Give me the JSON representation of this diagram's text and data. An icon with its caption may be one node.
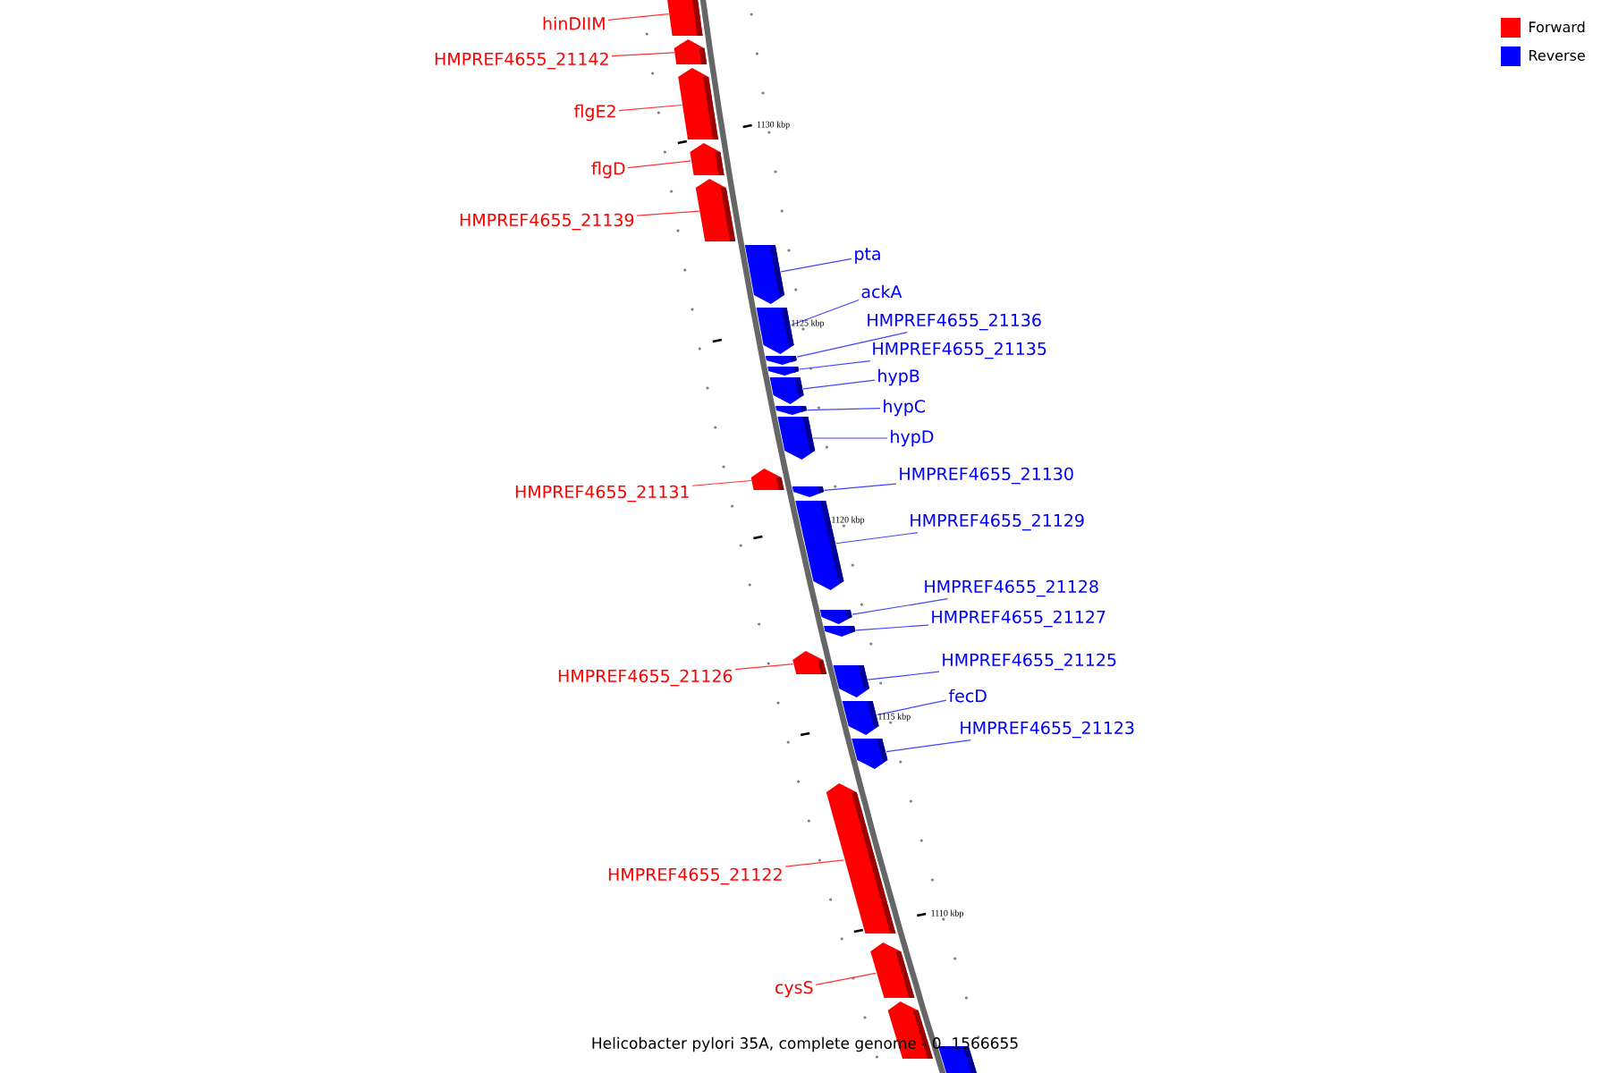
{
  "diagram": {
    "caption": "Helicobacter pylori 35A, complete genome - 0..1566655",
    "nodes": [
      {
        "text": [],
        "shape": "bar"
      },
      {
        "text": [],
        "shape": "bar"
      },
      {
        "text": [],
        "shape": "bar"
      },
      {
        "text": [],
        "shape": "bar"
      },
      {
        "text": [],
        "shape": "bar"
      },
      {
        "text": [],
        "shape": "bar"
      },
      {
        "text": [],
        "shape": "bar"
      },
      {
        "text": [],
        "shape": "bar"
      },
      {
        "text": [],
        "shape": "bar"
      },
      {
        "text": [],
        "shape": "bar"
      },
      {
        "text": [],
        "shape": "bar"
      },
      {
        "text": [],
        "shape": "bar"
      },
      {
        "text": [],
        "shape": "bar"
      },
      {
        "text": [],
        "shape": "bar"
      },
      {
        "text": [],
        "shape": "bar"
      },
      {
        "text": [],
        "shape": "bar"
      },
      {
        "text": [],
        "shape": "bar"
      },
      {
        "text": [],
        "shape": "bar"
      },
      {
        "text": [],
        "shape": "bar"
      },
      {
        "text": [],
        "shape": "bar"
      },
      {
        "text": [],
        "shape": "bar"
      },
      {
        "text": [],
        "shape": "bar"
      },
      {
        "text": [],
        "shape": "bar"
      },
      {
        "text": [],
        "shape": "bar"
      },
      {
        "text": [],
        "shape": "bar"
      },
      {
        "text": [
          "hinDIIM"
        ]
      },
      {
        "text": [
          "HMPREF4655_21142"
        ]
      },
      {
        "text": [
          "flgE2"
        ]
      },
      {
        "text": [
          "flgD"
        ]
      },
      {
        "text": [
          "HMPREF4655_21139"
        ]
      },
      {
        "text": [
          "pta"
        ]
      },
      {
        "text": [
          "ackA"
        ]
      },
      {
        "text": [
          "HMPREF4655_21136"
        ]
      },
      {
        "text": [
          "HMPREF4655_21135"
        ]
      },
      {
        "text": [
          "hypB"
        ]
      },
      {
        "text": [
          "hypC"
        ]
      },
      {
        "text": [
          "hypD"
        ]
      },
      {
        "text": [
          "HMPREF4655_21130"
        ]
      },
      {
        "text": [
          "HMPREF4655_21131"
        ]
      },
      {
        "text": [
          "HMPREF4655_21129"
        ]
      },
      {
        "text": [
          "HMPREF4655_21128"
        ]
      },
      {
        "text": [
          "HMPREF4655_21127"
        ]
      },
      {
        "text": [
          "HMPREF4655_21125"
        ]
      },
      {
        "text": [
          "HMPREF4655_21126"
        ]
      },
      {
        "text": [
          "fecD"
        ]
      },
      {
        "text": [
          "HMPREF4655_21123"
        ]
      },
      {
        "text": [
          "HMPREF4655_21122"
        ]
      },
      {
        "text": [
          "cysS"
        ]
      }
    ],
    "edges": [
      {
        "from": 25,
        "to": 0,
        "arrow": "none",
        "color": "#ff3333"
      },
      {
        "from": 26,
        "to": 1,
        "arrow": "none",
        "color": "#ff3333"
      },
      {
        "from": 27,
        "to": 2,
        "arrow": "none",
        "color": "#ff3333"
      },
      {
        "from": 28,
        "to": 3,
        "arrow": "none",
        "color": "#ff3333"
      },
      {
        "from": 29,
        "to": 4,
        "arrow": "none",
        "color": "#ff3333"
      },
      {
        "from": 30,
        "to": 5,
        "arrow": "none"
      },
      {
        "from": 31,
        "to": 6,
        "arrow": "none"
      },
      {
        "from": 32,
        "to": 7,
        "arrow": "none"
      },
      {
        "from": 33,
        "to": 8,
        "arrow": "none"
      },
      {
        "from": 34,
        "to": 9,
        "arrow": "none"
      },
      {
        "from": 35,
        "to": 10,
        "arrow": "none"
      },
      {
        "from": 36,
        "to": 11,
        "arrow": "none"
      },
      {
        "from": 37,
        "to": 13,
        "arrow": "none"
      },
      {
        "from": 38,
        "to": 12,
        "arrow": "none",
        "color": "#ff3333"
      },
      {
        "from": 39,
        "to": 14,
        "arrow": "none"
      },
      {
        "from": 40,
        "to": 15,
        "arrow": "none"
      },
      {
        "from": 41,
        "to": 16,
        "arrow": "none"
      },
      {
        "from": 42,
        "to": 18,
        "arrow": "none"
      },
      {
        "from": 43,
        "to": 17,
        "arrow": "none",
        "color": "#ff3333"
      },
      {
        "from": 44,
        "to": 19,
        "arrow": "none"
      },
      {
        "from": 45,
        "to": 20,
        "arrow": "none"
      },
      {
        "from": 46,
        "to": 21,
        "arrow": "none",
        "color": "#ff3333"
      },
      {
        "from": 47,
        "to": 22,
        "arrow": "none",
        "color": "#ff3333"
      }
    ],
    "labels": [
      "1130 kbp",
      "1125 kbp",
      "1120 kbp",
      "1115 kbp",
      "1110 kbp"
    ],
    "legend": [
      {
        "text": "Forward",
        "color": "#ff0000"
      },
      {
        "text": "Reverse",
        "color": "#0000ff"
      }
    ]
  }
}
